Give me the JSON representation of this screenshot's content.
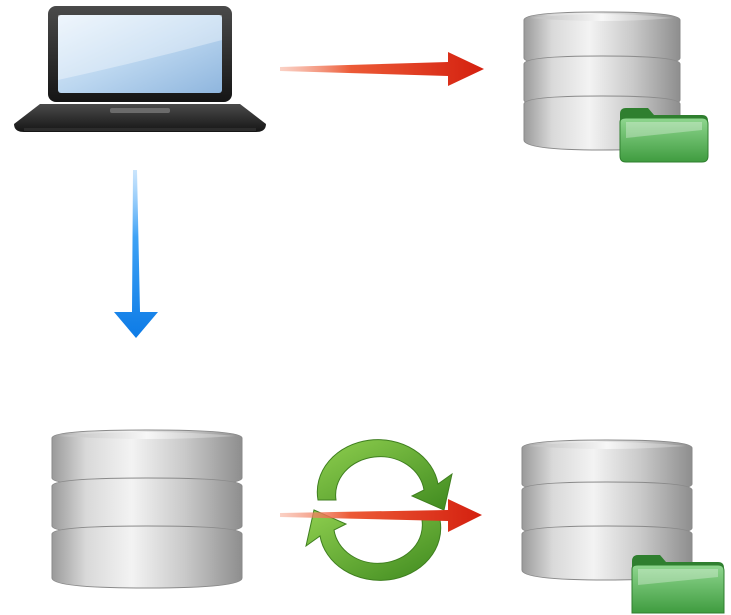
{
  "diagram": {
    "nodes": [
      {
        "id": "laptop",
        "kind": "laptop-icon"
      },
      {
        "id": "db-top-right",
        "kind": "database-icon",
        "badge": "folder-icon"
      },
      {
        "id": "db-bottom-left",
        "kind": "database-icon"
      },
      {
        "id": "db-bottom-right",
        "kind": "database-icon",
        "badge": "folder-icon"
      }
    ],
    "edges": [
      {
        "from": "laptop",
        "to": "db-top-right",
        "style": "red-arrow"
      },
      {
        "from": "laptop",
        "to": "db-bottom-left",
        "style": "blue-arrow"
      },
      {
        "from": "db-bottom-left",
        "to": "db-bottom-right",
        "style": "red-arrow",
        "overlay": "sync-icon"
      }
    ],
    "colors": {
      "red_arrow": "#e8311a",
      "blue_arrow": "#1d8cf0",
      "sync_green": "#5aa02c",
      "folder_green": "#4cae4c",
      "laptop_screen": "#bcd7f0",
      "database_gray": "#b9b9b9"
    }
  }
}
